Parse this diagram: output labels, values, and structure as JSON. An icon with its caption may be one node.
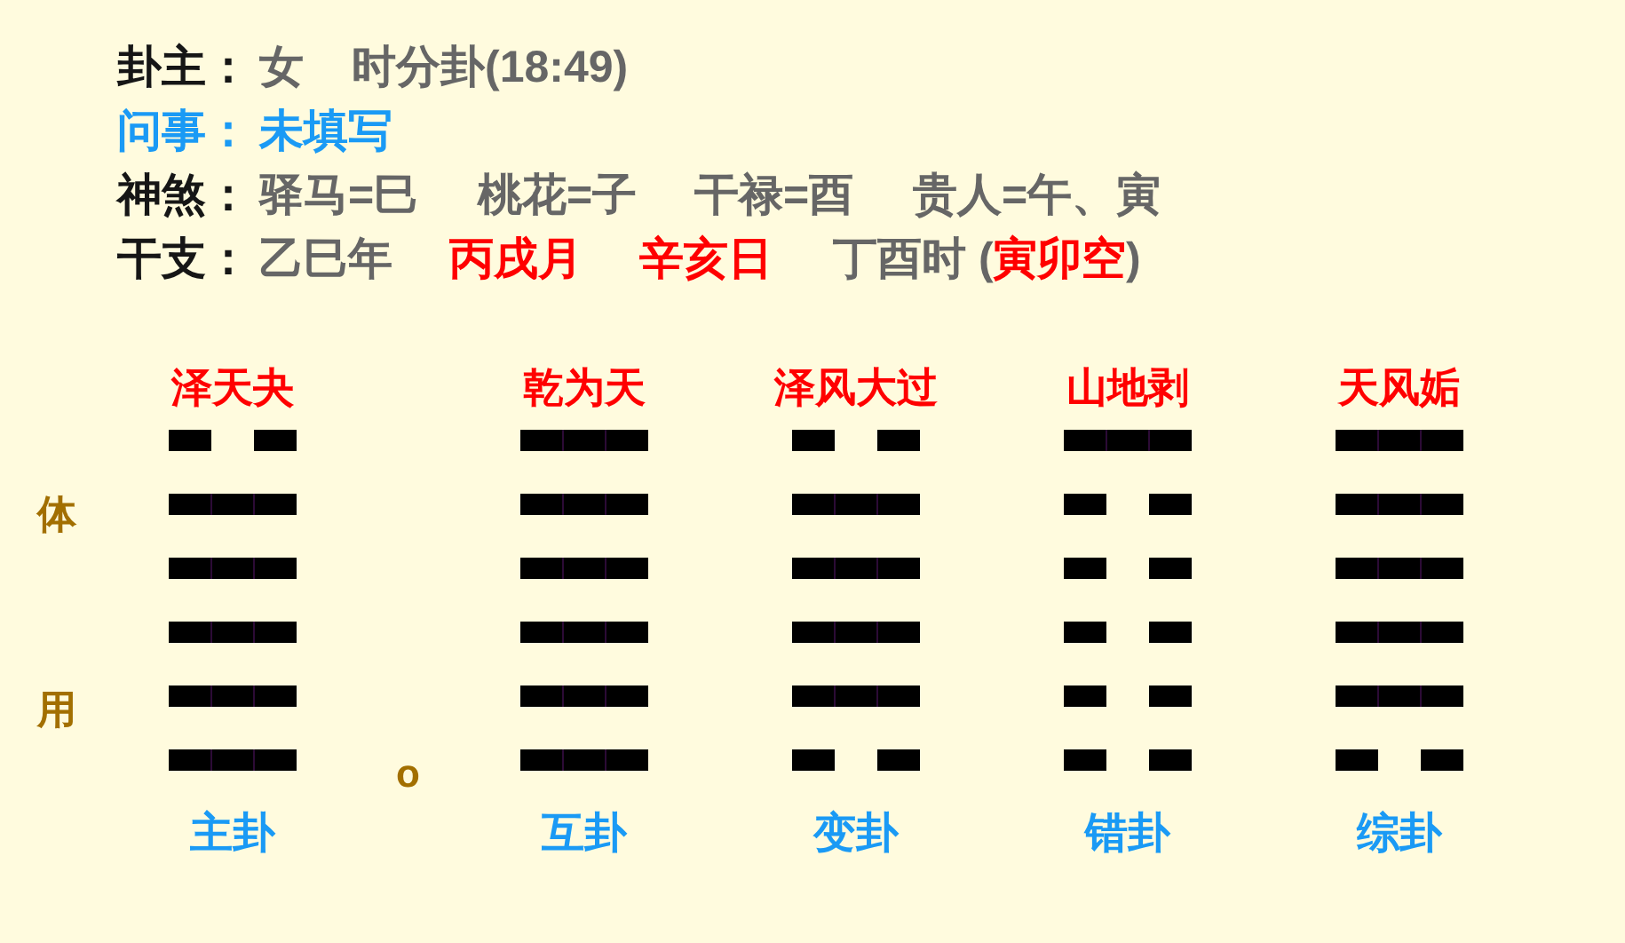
{
  "diagram": {
    "nodes": [
      {
        "text": [
          "泽天夬"
        ],
        "beside": [
          "主卦"
        ]
      },
      {
        "text": [
          "乾为天"
        ],
        "beside": [
          "互卦"
        ]
      },
      {
        "text": [
          "泽风大过"
        ],
        "beside": [
          "变卦"
        ]
      },
      {
        "text": [
          "山地剥"
        ],
        "beside": [
          "错卦"
        ]
      },
      {
        "text": [
          "天风姤"
        ],
        "beside": [
          "综卦"
        ]
      }
    ],
    "labels": [
      "卦主：",
      "女",
      "时分卦(18:49)",
      "问事：",
      "未填写",
      "神煞：",
      "驿马=巳",
      "桃花=子",
      "干禄=酉",
      "贵人=午、寅",
      "干支：",
      "乙巳年",
      "丙戌月",
      "辛亥日",
      "丁酉时 (",
      "寅卯空",
      ")",
      "体",
      "用",
      "o"
    ]
  }
}
